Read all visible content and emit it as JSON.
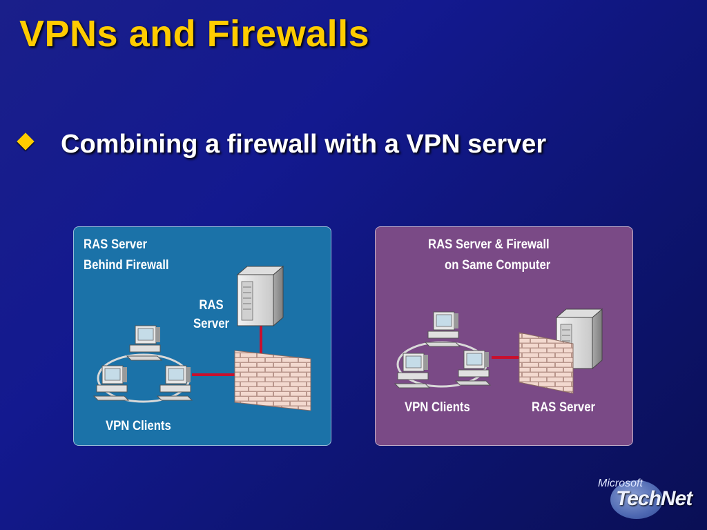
{
  "slide": {
    "title": "VPNs and Firewalls",
    "bullet": "Combining a firewall with a VPN server"
  },
  "panel_left": {
    "heading_line1": "RAS Server",
    "heading_line2": "Behind Firewall",
    "server_label_line1": "RAS",
    "server_label_line2": "Server",
    "clients_label": "VPN Clients"
  },
  "panel_right": {
    "heading_line1": "RAS Server & Firewall",
    "heading_line2": "on Same Computer",
    "clients_label": "VPN Clients",
    "server_label": "RAS Server"
  },
  "logo": {
    "line1": "Microsoft",
    "line2": "TechNet"
  },
  "colors": {
    "title": "#ffcc00",
    "left_panel": "#1b72a8",
    "right_panel": "#7a4a86",
    "link": "#c8102e",
    "brick": "#f3d9cf"
  }
}
